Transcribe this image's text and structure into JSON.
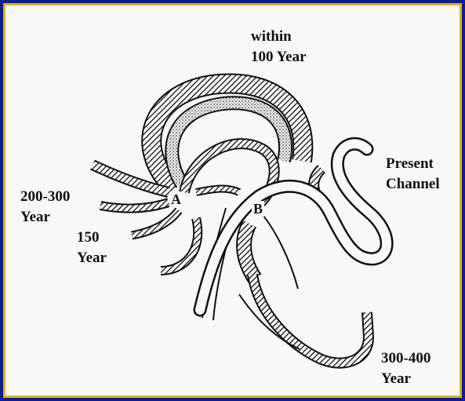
{
  "labels": {
    "within_100": {
      "line1": "within",
      "line2": "100 Year"
    },
    "present": {
      "line1": "Present",
      "line2": "Channel"
    },
    "y200_300": {
      "line1": "200-300",
      "line2": "Year"
    },
    "y150": {
      "line1": "150",
      "line2": "Year"
    },
    "y300_400": {
      "line1": "300-400",
      "line2": "Year"
    }
  },
  "points": {
    "a": "A",
    "b": "B"
  },
  "colors": {
    "border_blue": "#0b1f8f",
    "border_gold": "#e3b400",
    "paper": "#faf8f4",
    "ink": "#111111"
  }
}
